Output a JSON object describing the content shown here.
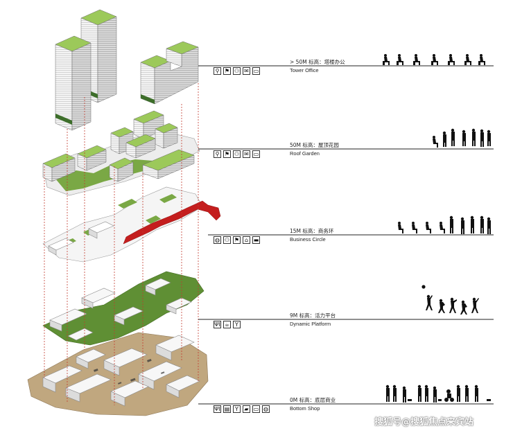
{
  "levels": [
    {
      "title": "> 50M 标高：塔楼办公",
      "subtitle": "Tower Office",
      "icons": [
        "person-icon",
        "worker-icon",
        "meeting-icon",
        "mail-icon",
        "laptop-icon"
      ]
    },
    {
      "title": "50M 标高：屋顶花园",
      "subtitle": "Roof Garden",
      "icons": [
        "person-icon",
        "worker-icon",
        "meeting-icon",
        "mail-icon",
        "laptop-icon"
      ]
    },
    {
      "title": "15M 标高：商务环",
      "subtitle": "Business Circle",
      "icons": [
        "globe-icon",
        "meeting-icon",
        "worker-icon",
        "shop-icon",
        "briefcase-icon"
      ]
    },
    {
      "title": "9M 标高：活力平台",
      "subtitle": "Dynamic Platform",
      "icons": [
        "dining-icon",
        "coffee-icon",
        "cocktail-icon"
      ]
    },
    {
      "title": "0M 标高：底层商业",
      "subtitle": "Bottom Shop",
      "icons": [
        "dining-icon",
        "book-icon",
        "cocktail-icon",
        "car-icon",
        "laptop-icon",
        "globe-icon"
      ]
    }
  ],
  "watermark": "搜狐号@搜狐焦点来宾站",
  "colors": {
    "green": "#7aa845",
    "dark_green": "#4f7d2c",
    "roof_green": "#9cc95a",
    "business_red": "#c41e1e",
    "sand": "#c0a77f",
    "dashed_red": "#c33a2e",
    "line": "#222222"
  }
}
